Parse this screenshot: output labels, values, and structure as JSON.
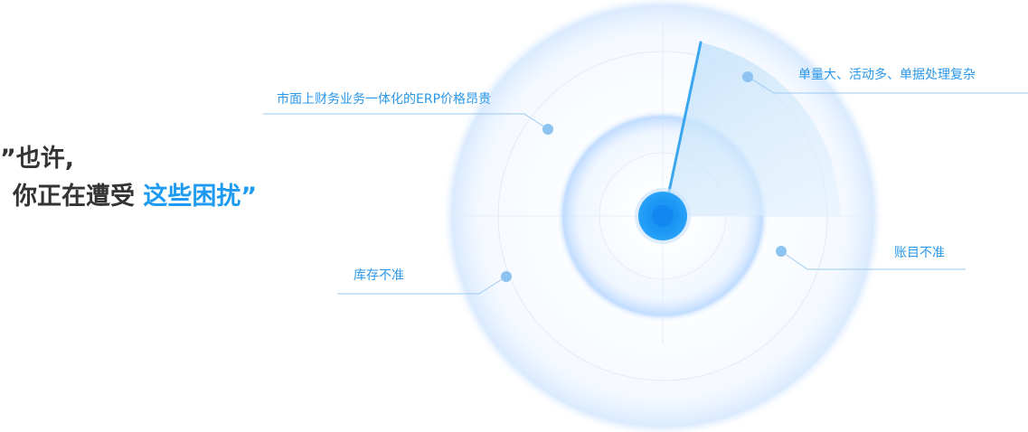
{
  "headline": {
    "line1": "”也许,",
    "line2_prefix": "你正在遭受",
    "line2_highlight": "这些困扰”"
  },
  "points": [
    {
      "label": "市面上财务业务一体化的ERP价格昂贵"
    },
    {
      "label": "单量大、活动多、单据处理复杂"
    },
    {
      "label": "账目不准"
    },
    {
      "label": "库存不准"
    }
  ],
  "colors": {
    "accent": "#1e9bf0",
    "label": "#2a97e8",
    "headline": "#333333"
  }
}
